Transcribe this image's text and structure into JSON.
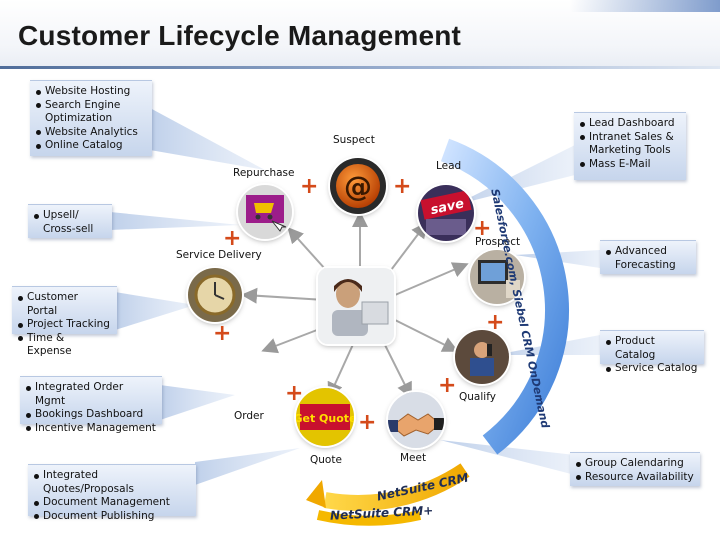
{
  "title": "Customer Lifecycle Management",
  "stages": {
    "suspect": "Suspect",
    "lead": "Lead",
    "prospect": "Prospect",
    "qualify": "Qualify",
    "meet": "Meet",
    "quote": "Quote",
    "order": "Order",
    "service_delivery": "Service Delivery",
    "repurchase": "Repurchase"
  },
  "callouts": {
    "suspect_tools": [
      "Website Hosting",
      "Search Engine Optimization",
      "Website Analytics",
      "Online Catalog"
    ],
    "lead_tools": [
      "Lead Dashboard",
      "Intranet Sales & Marketing Tools",
      "Mass E-Mail"
    ],
    "repurchase_tools": [
      "Upsell/ Cross-sell"
    ],
    "prospect_tools": [
      "Advanced Forecasting"
    ],
    "service_tools": [
      "Customer Portal",
      "Project Tracking",
      "Time & Expense"
    ],
    "qualify_tools": [
      "Product Catalog",
      "Service Catalog"
    ],
    "order_tools": [
      "Integrated Order Mgmt",
      "Bookings Dashboard",
      "Incentive Management"
    ],
    "meet_tools": [
      "Group Calendaring",
      "Resource Availability"
    ],
    "quote_tools": [
      "Integrated Quotes/Proposals",
      "Document Management",
      "Document Publishing"
    ]
  },
  "arc_labels": {
    "blue_arc": "Salesforce.com, Siebel CRM OnDemand",
    "netsuite_crm": "NetSuite CRM",
    "netsuite_crm_plus": "NetSuite CRM+"
  },
  "image_text": {
    "save": "save",
    "get_quote": "Get Quote"
  },
  "colors": {
    "plus": "#d44a1a",
    "callout_top": "#eef3fb",
    "callout_bottom": "#c6d5ec",
    "blue_arc": "#3f7fd8",
    "yellow_arc": "#f5b800",
    "title_rule": "#4f6d9a"
  }
}
